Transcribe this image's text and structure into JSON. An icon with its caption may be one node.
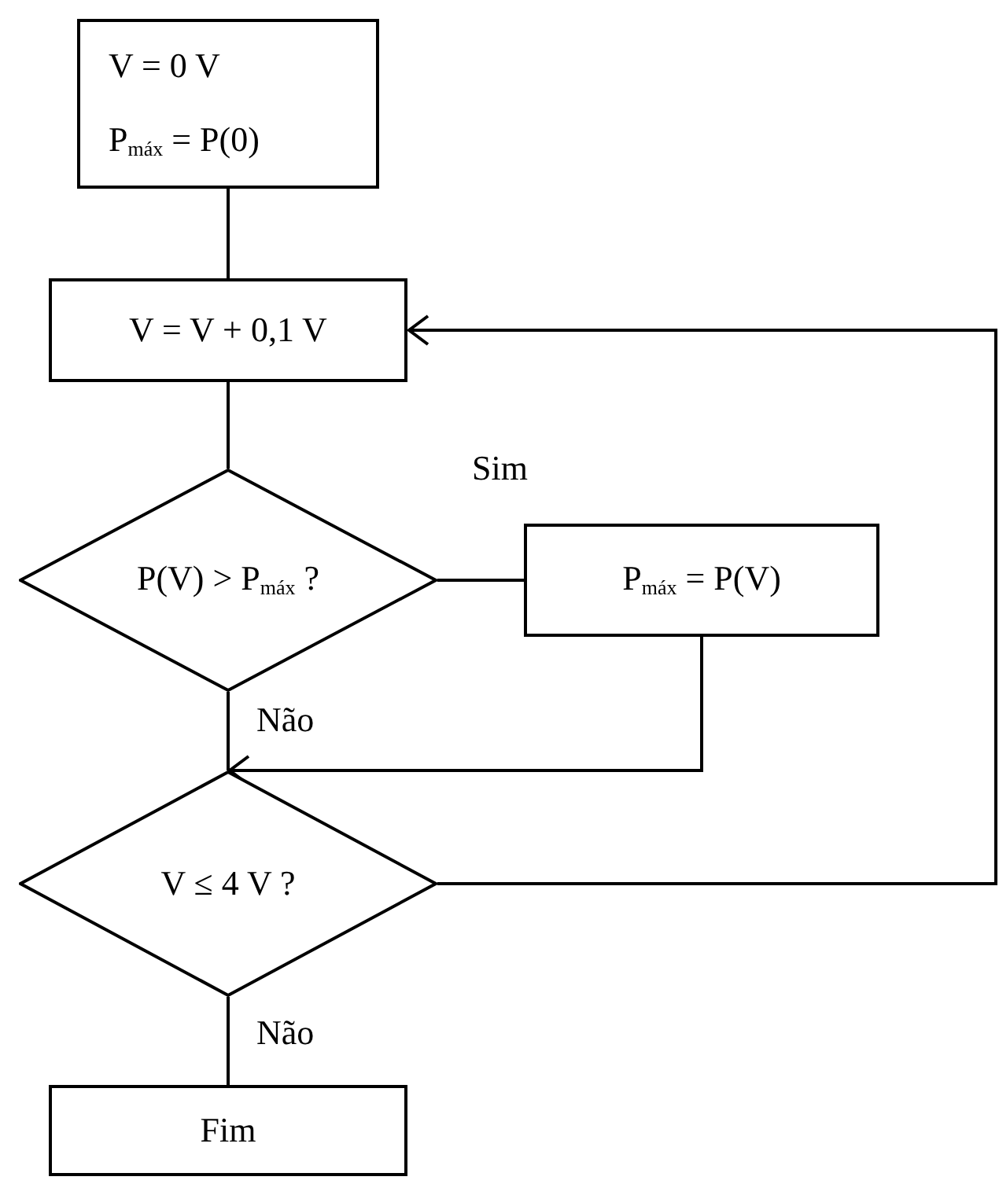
{
  "diagram": {
    "nodes": [
      {
        "text": [
          "V = 0 V",
          "P$_{máx}$ = P(0)"
        ]
      },
      {
        "text": [
          "V = V + 0,1 V"
        ]
      },
      {
        "text": [
          "P(V) > P$_{máx}$ ?"
        ]
      },
      {
        "text": [
          "P$_{máx}$ = P(V)"
        ]
      },
      {
        "text": [
          "V ≤ 4 V ?"
        ]
      },
      {
        "text": [
          "Fim"
        ]
      }
    ],
    "edges": [
      {
        "from": 0,
        "to": 1,
        "arrow": "none"
      },
      {
        "from": 1,
        "to": 2,
        "arrow": "none"
      },
      {
        "from": 2,
        "to": 3,
        "arrow": "none",
        "label": "Sim"
      },
      {
        "from": 3,
        "to": 4,
        "arrow": "to"
      },
      {
        "from": 2,
        "to": 4,
        "arrow": "none",
        "label": "Não"
      },
      {
        "from": 4,
        "to": 1,
        "arrow": "to"
      },
      {
        "from": 4,
        "to": 5,
        "arrow": "none",
        "label": "Não"
      }
    ]
  }
}
